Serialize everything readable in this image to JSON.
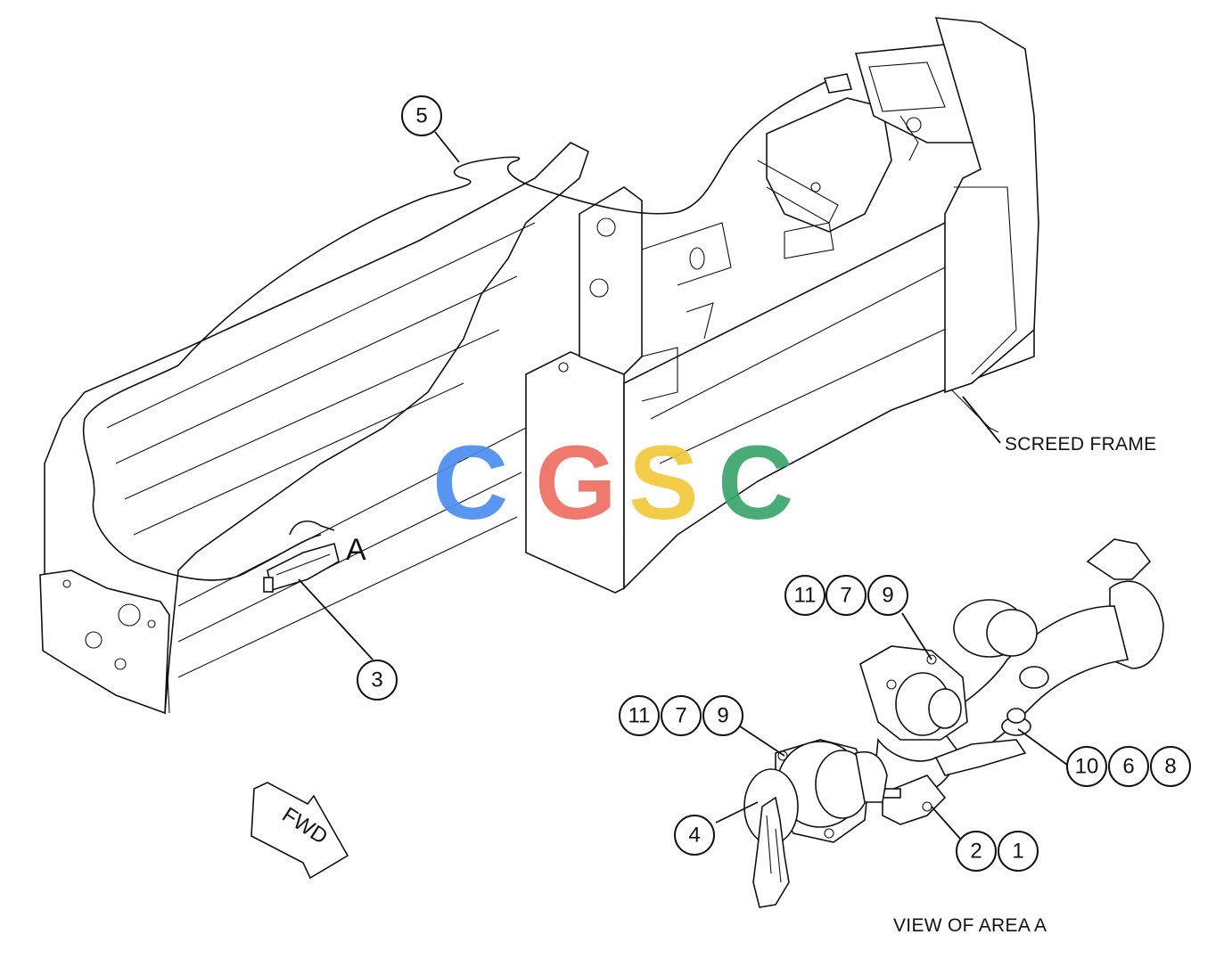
{
  "labels": {
    "screed_frame": "SCREED FRAME",
    "view_of_area": "VIEW OF AREA A",
    "area_marker": "A",
    "fwd_arrow": "FWD"
  },
  "callouts": {
    "c5": "5",
    "c3": "3",
    "c11_top": "11",
    "c7_top": "7",
    "c9_top": "9",
    "c11_mid": "11",
    "c7_mid": "7",
    "c9_mid": "9",
    "c10": "10",
    "c6": "6",
    "c8": "8",
    "c4": "4",
    "c2": "2",
    "c1": "1"
  },
  "watermark": {
    "letters": [
      "C",
      "G",
      "S",
      "C"
    ],
    "colors": [
      "#4a8ef0",
      "#ef6e62",
      "#f3c93a",
      "#3aa56b"
    ]
  }
}
